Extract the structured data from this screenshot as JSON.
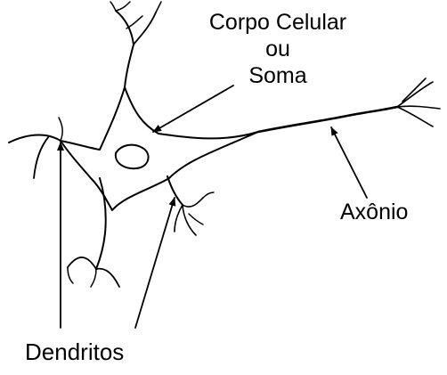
{
  "diagram": {
    "labels": {
      "soma_line1": "Corpo Celular",
      "soma_line2": "ou",
      "soma_line3": "Soma",
      "axon": "Axônio",
      "dendrites": "Dendritos"
    },
    "colors": {
      "ink": "#000000",
      "background": "#ffffff"
    }
  }
}
